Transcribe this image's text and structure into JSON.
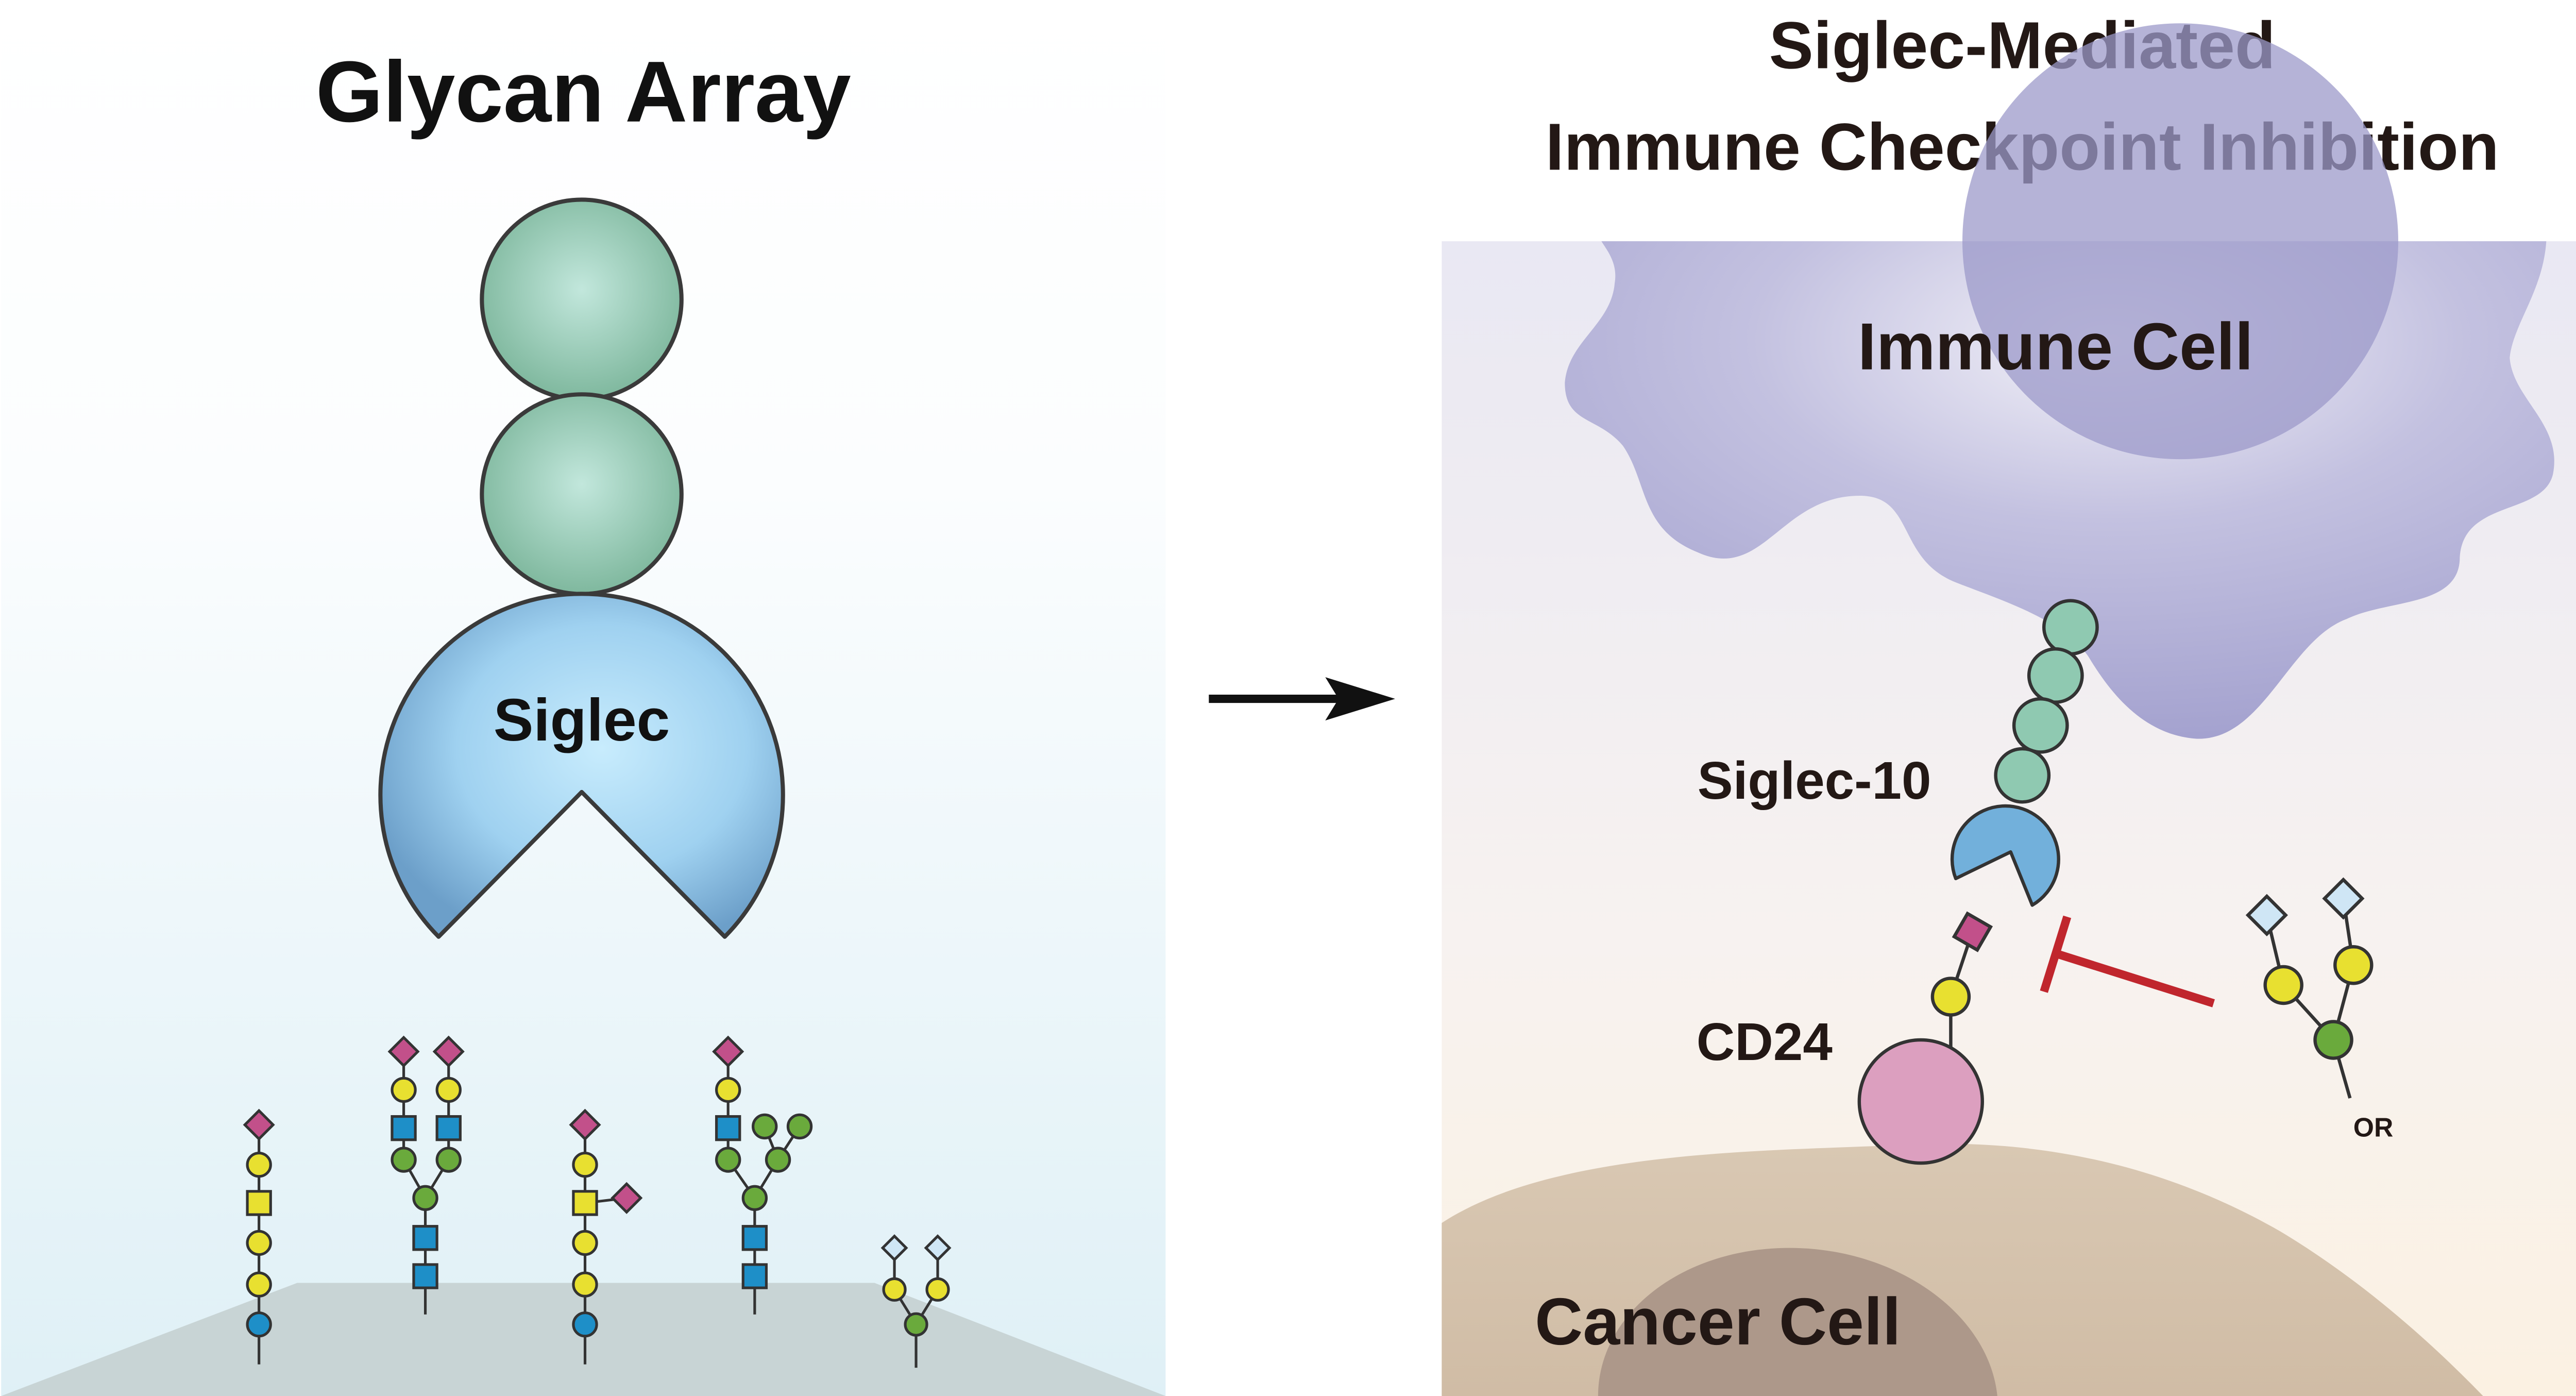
{
  "left_panel": {
    "title": "Glycan Array",
    "protein_label": "Siglec"
  },
  "right_panel": {
    "title_line1": "Siglec-Mediated",
    "title_line2": "Immune Checkpoint Inhibition",
    "immune_cell_label": "Immune Cell",
    "siglec_label": "Siglec-10",
    "cd24_label": "CD24",
    "cancer_cell_label": "Cancer Cell",
    "inhibitor_aglycone_label": "OR"
  },
  "colors": {
    "sialic_acid": "#c2508a",
    "galactose": "#e8e030",
    "glcnac": "#1e8fc8",
    "glucose": "#1e8fc8",
    "mannose": "#6aaa3c",
    "modified_sialic_acid": "#cfe6f5",
    "siglec_domain_green": "#8fc9b1",
    "siglec_binding_blue": "#72b0db",
    "immune_cell": "#a09dcb",
    "cancer_cell": "#d4c0a8",
    "cd24": "#dc9fbf",
    "inhibition_bar": "#c0262d"
  }
}
